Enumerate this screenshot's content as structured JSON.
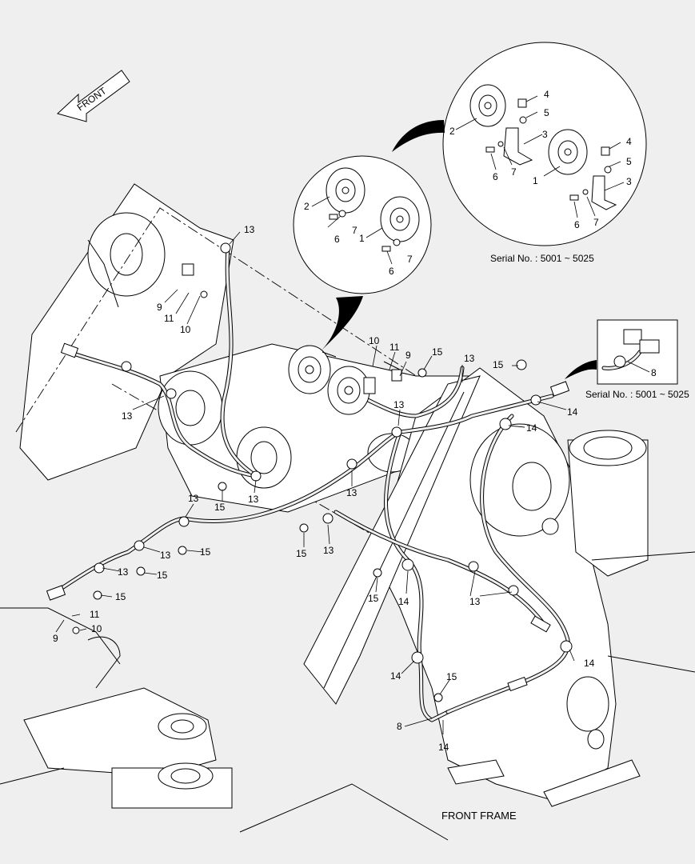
{
  "diagram": {
    "title": "FRONT FRAME",
    "front_arrow_text": "FRONT",
    "detail_captions": {
      "horn_detail": "Serial No. : 5001 ~ 5025",
      "connector_detail": "Serial No. : 5001 ~ 5025"
    },
    "colors": {
      "line": "#000000",
      "background": "#efefef"
    },
    "callouts": [
      {
        "id": "c1",
        "text": "13"
      },
      {
        "id": "c2",
        "text": "9"
      },
      {
        "id": "c3",
        "text": "11"
      },
      {
        "id": "c4",
        "text": "10"
      },
      {
        "id": "c5",
        "text": "13"
      },
      {
        "id": "c6",
        "text": "10"
      },
      {
        "id": "c7",
        "text": "11"
      },
      {
        "id": "c8",
        "text": "9"
      },
      {
        "id": "c9",
        "text": "15"
      },
      {
        "id": "c10",
        "text": "13"
      },
      {
        "id": "c11",
        "text": "15"
      },
      {
        "id": "c12",
        "text": "13"
      },
      {
        "id": "c13",
        "text": "14"
      },
      {
        "id": "c14",
        "text": "13"
      },
      {
        "id": "c15",
        "text": "14"
      },
      {
        "id": "c16",
        "text": "15"
      },
      {
        "id": "c17",
        "text": "13"
      },
      {
        "id": "c18",
        "text": "13"
      },
      {
        "id": "c19",
        "text": "15"
      },
      {
        "id": "c20",
        "text": "13"
      },
      {
        "id": "c21",
        "text": "13"
      },
      {
        "id": "c22",
        "text": "15"
      },
      {
        "id": "c23",
        "text": "13"
      },
      {
        "id": "c24",
        "text": "15"
      },
      {
        "id": "c25",
        "text": "15"
      },
      {
        "id": "c26",
        "text": "11"
      },
      {
        "id": "c27",
        "text": "9"
      },
      {
        "id": "c28",
        "text": "10"
      },
      {
        "id": "c29",
        "text": "15"
      },
      {
        "id": "c30",
        "text": "14"
      },
      {
        "id": "c31",
        "text": "13"
      },
      {
        "id": "c32",
        "text": "14"
      },
      {
        "id": "c33",
        "text": "14"
      },
      {
        "id": "c34",
        "text": "15"
      },
      {
        "id": "c35",
        "text": "8"
      },
      {
        "id": "c36",
        "text": "14"
      },
      {
        "id": "c37",
        "text": "2"
      },
      {
        "id": "c38",
        "text": "7"
      },
      {
        "id": "c39",
        "text": "6"
      },
      {
        "id": "c40",
        "text": "1"
      },
      {
        "id": "c41",
        "text": "7"
      },
      {
        "id": "c42",
        "text": "6"
      },
      {
        "id": "c43",
        "text": "4"
      },
      {
        "id": "c44",
        "text": "5"
      },
      {
        "id": "c45",
        "text": "2"
      },
      {
        "id": "c46",
        "text": "3"
      },
      {
        "id": "c47",
        "text": "6"
      },
      {
        "id": "c48",
        "text": "7"
      },
      {
        "id": "c49",
        "text": "1"
      },
      {
        "id": "c50",
        "text": "4"
      },
      {
        "id": "c51",
        "text": "5"
      },
      {
        "id": "c52",
        "text": "3"
      },
      {
        "id": "c53",
        "text": "6"
      },
      {
        "id": "c54",
        "text": "7"
      },
      {
        "id": "c55",
        "text": "8"
      }
    ]
  }
}
